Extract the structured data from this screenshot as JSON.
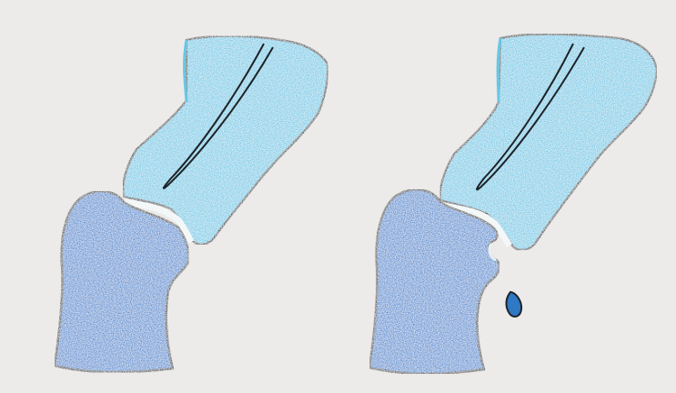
{
  "figure": {
    "panels": [
      {
        "id": "left",
        "state": "intact joint"
      },
      {
        "id": "right",
        "state": "joint with detached bone fragment"
      }
    ],
    "colors": {
      "paper": "#ecebea",
      "upper_bone_fill": "#66c8e6",
      "lower_bone_fill": "#3b86d0",
      "outline": "#1d2329",
      "fragment_fill": "#2f78c4"
    }
  }
}
